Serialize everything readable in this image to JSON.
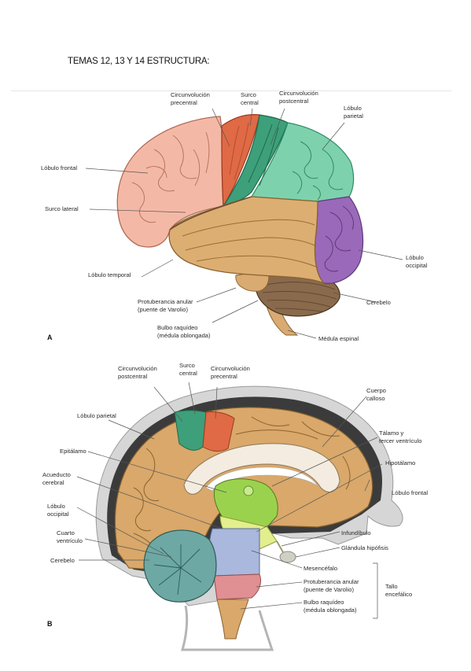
{
  "document": {
    "title": "TEMAS 12, 13 Y 14 ESTRUCTURA:"
  },
  "figure_a": {
    "panel_label": "A",
    "labels": {
      "precentral": [
        "Circunvolución",
        "precentral"
      ],
      "central_sulcus": [
        "Surco",
        "central"
      ],
      "postcentral": [
        "Circunvolución",
        "postcentral"
      ],
      "parietal": [
        "Lóbulo",
        "parietal"
      ],
      "frontal": [
        "Lóbulo frontal"
      ],
      "lateral_sulcus": [
        "Surco lateral"
      ],
      "temporal": [
        "Lóbulo temporal"
      ],
      "occipital": [
        "Lóbulo",
        "occipital"
      ],
      "pons": [
        "Protuberancia anular",
        "(puente de Varolio)"
      ],
      "cerebellum": [
        "Cerebelo"
      ],
      "medulla": [
        "Bulbo raquídeo",
        "(médula oblongada)"
      ],
      "spinal_cord": [
        "Médula espinal"
      ]
    }
  },
  "figure_b": {
    "panel_label": "B",
    "labels": {
      "postcentral": [
        "Circunvolución",
        "postcentral"
      ],
      "central_sulcus": [
        "Surco",
        "central"
      ],
      "precentral": [
        "Circunvolución",
        "precentral"
      ],
      "corpus_callosum": [
        "Cuerpo",
        "calloso"
      ],
      "parietal": [
        "Lóbulo parietal"
      ],
      "thalamus": [
        "Tálamo y",
        "tercer ventrículo"
      ],
      "epithalamus": [
        "Epitálamo"
      ],
      "hypothalamus": [
        "Hipotálamo"
      ],
      "aqueduct": [
        "Acueducto",
        "cerebral"
      ],
      "frontal": [
        "Lóbulo frontal"
      ],
      "occipital": [
        "Lóbulo",
        "occipital"
      ],
      "fourth_ventricle": [
        "Cuarto",
        "ventrículo"
      ],
      "infundibulum": [
        "Infundíbulo"
      ],
      "pituitary": [
        "Glándula hipófisis"
      ],
      "cerebellum": [
        "Cerebelo"
      ],
      "mesencephalon": [
        "Mesencéfalo"
      ],
      "pons": [
        "Protuberancia anular",
        "(puente de Varolio)"
      ],
      "medulla": [
        "Bulbo raquídeo",
        "(médula oblongada)"
      ],
      "brainstem": [
        "Tallo",
        "encefálico"
      ]
    }
  },
  "colors": {
    "frontal": "#f4b9a6",
    "precentral": "#df6a45",
    "postcentral": "#3da07a",
    "parietal": "#7dd2ad",
    "temporal": "#dcae72",
    "occipital": "#9a69b9",
    "cerebellum": "#8a6a4c",
    "brainstem": "#d9aa72",
    "skull": "#d5d5d5",
    "cerebellum_b": "#6ea8a4",
    "mesencephalon": "#a9b8dc",
    "pons_b": "#e08f92",
    "thalamus": "#9bd24d",
    "hypothalamus": "#e3ee8d"
  }
}
